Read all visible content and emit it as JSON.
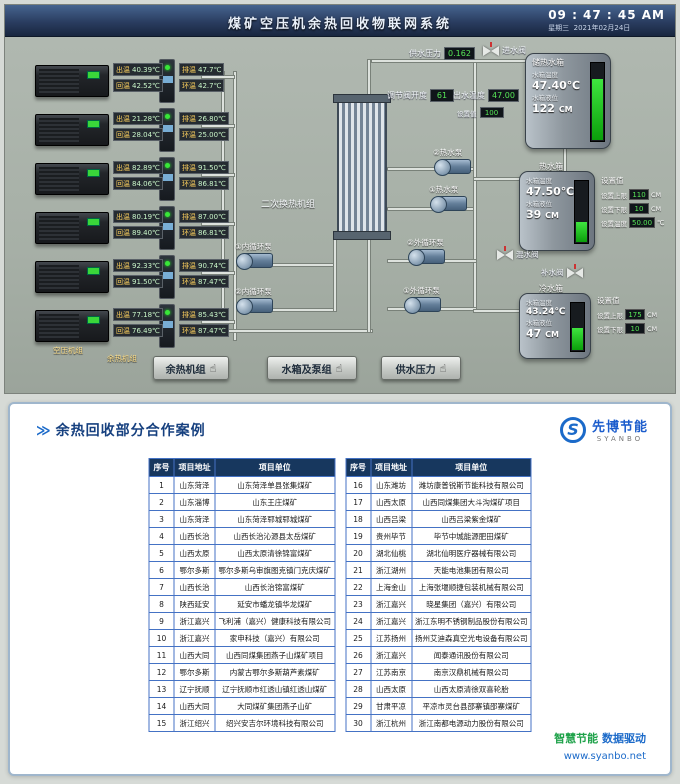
{
  "header": {
    "title": "煤矿空压机余热回收物联网系统",
    "time": "09 : 47 : 45 AM",
    "weekday": "星期三",
    "date": "2021年02月24日"
  },
  "scada": {
    "chip_labels": {
      "out": "出温",
      "ret": "回温",
      "exh": "排温",
      "env": "环温"
    },
    "compressors": [
      {
        "out": "40.39℃",
        "ret": "42.52℃",
        "exh": "47.7℃",
        "env": "42.7℃"
      },
      {
        "out": "21.28℃",
        "ret": "28.04℃",
        "exh": "26.80℃",
        "env": "25.00℃"
      },
      {
        "out": "82.89℃",
        "ret": "84.06℃",
        "exh": "91.50℃",
        "env": "86.81℃"
      },
      {
        "out": "80.19℃",
        "ret": "89.40℃",
        "exh": "87.00℃",
        "env": "86.81℃"
      },
      {
        "out": "92.33℃",
        "ret": "91.50℃",
        "exh": "90.74℃",
        "env": "87.47℃"
      },
      {
        "out": "77.18℃",
        "ret": "76.49℃",
        "exh": "85.43℃",
        "env": "87.47℃"
      }
    ],
    "supply": {
      "label": "供水压力",
      "value": "0.162",
      "valve_label": "进水阀"
    },
    "regulator": {
      "label": "调节阀开度",
      "value": "61"
    },
    "outlet": {
      "label": "出水温度",
      "value": "47.00",
      "set_label": "设置值",
      "set_value": "100"
    },
    "exchanger_label": "二次换热机组",
    "pumps": [
      {
        "label": "②热水泵"
      },
      {
        "label": "①热水泵"
      },
      {
        "label": "②外循环泵"
      },
      {
        "label": "①外循环泵"
      },
      {
        "label": "①内循环泵"
      },
      {
        "label": "②内循环泵"
      }
    ],
    "tanks": {
      "top": {
        "name": "储热水箱",
        "temp_label": "水箱温度",
        "temp": "47.40℃",
        "level_label": "水箱液位",
        "level": "122",
        "unit": "CM"
      },
      "mid": {
        "name": "热水箱",
        "temp_label": "水箱温度",
        "temp": "47.50℃",
        "level_label": "水箱液位",
        "level": "39",
        "unit": "CM",
        "set_title": "设置值",
        "set_rows": [
          {
            "label": "设置上限",
            "value": "110",
            "unit": "CM"
          },
          {
            "label": "设置下限",
            "value": "10",
            "unit": "CM"
          },
          {
            "label": "设置温度",
            "value": "50.00",
            "unit": "℃"
          }
        ]
      },
      "cold": {
        "name": "冷水箱",
        "temp_label": "水箱温度",
        "temp": "43.24℃",
        "level_label": "水箱液位",
        "level": "47",
        "unit": "CM",
        "set_title": "设置值",
        "set_rows": [
          {
            "label": "设置上限",
            "value": "175",
            "unit": "CM"
          },
          {
            "label": "设置下限",
            "value": "10",
            "unit": "CM"
          }
        ]
      }
    },
    "valves": {
      "mix": "混水阀",
      "makeup": "补水阀"
    },
    "area_labels": {
      "compressor_group": "空压机组",
      "heat_group": "余热机组"
    },
    "buttons": [
      {
        "label": "余热机组"
      },
      {
        "label": "水箱及泵组"
      },
      {
        "label": "供水压力"
      }
    ]
  },
  "cases": {
    "title": "余热回收部分合作案例",
    "columns": [
      "序号",
      "项目地址",
      "项目单位"
    ],
    "left_rows": [
      [
        "1",
        "山东菏泽",
        "山东菏泽单县张集煤矿"
      ],
      [
        "2",
        "山东淄博",
        "山东王庄煤矿"
      ],
      [
        "3",
        "山东菏泽",
        "山东菏泽郓城郓城煤矿"
      ],
      [
        "4",
        "山西长治",
        "山西长治沁源县太岳煤矿"
      ],
      [
        "5",
        "山西太原",
        "山西太原清徐锦富煤矿"
      ],
      [
        "6",
        "鄂尔多斯",
        "鄂尔多斯乌审旗图克镇门克庆煤矿"
      ],
      [
        "7",
        "山西长治",
        "山西长治锦富煤矿"
      ],
      [
        "8",
        "陕西延安",
        "延安市蟠龙镇华龙煤矿"
      ],
      [
        "9",
        "浙江嘉兴",
        "飞利浦（嘉兴）健康科技有限公司"
      ],
      [
        "10",
        "浙江嘉兴",
        "家申科技（嘉兴）有限公司"
      ],
      [
        "11",
        "山西大同",
        "山西同煤集团燕子山煤矿项目"
      ],
      [
        "12",
        "鄂尔多斯",
        "内蒙古鄂尔多斯葫芦素煤矿"
      ],
      [
        "13",
        "辽宁抚顺",
        "辽宁抚顺市红透山镇红透山煤矿"
      ],
      [
        "14",
        "山西大同",
        "大同煤矿集团燕子山矿"
      ],
      [
        "15",
        "浙江绍兴",
        "绍兴安吉尔环境科技有限公司"
      ]
    ],
    "right_rows": [
      [
        "16",
        "山东潍坊",
        "潍坊康普锐斯节能科技有限公司"
      ],
      [
        "17",
        "山西太原",
        "山西同煤集团大斗沟煤矿项目"
      ],
      [
        "18",
        "山西吕梁",
        "山西吕梁紫金煤矿"
      ],
      [
        "19",
        "贵州毕节",
        "毕节中城能源肥田煤矿"
      ],
      [
        "20",
        "湖北仙桃",
        "湖北仙明医疗器械有限公司"
      ],
      [
        "21",
        "浙江湖州",
        "天能电池集团有限公司"
      ],
      [
        "22",
        "上海金山",
        "上海张堰顺捷包装机械有限公司"
      ],
      [
        "23",
        "浙江嘉兴",
        "晓星集团（嘉兴）有限公司"
      ],
      [
        "24",
        "浙江嘉兴",
        "浙江东明不锈钢制品股份有限公司"
      ],
      [
        "25",
        "江苏扬州",
        "扬州艾迪森真空光电设备有限公司"
      ],
      [
        "26",
        "浙江嘉兴",
        "闻泰通讯股份有限公司"
      ],
      [
        "27",
        "江苏南京",
        "南京汉鼎机械有限公司"
      ],
      [
        "28",
        "山西太原",
        "山西太原清徐双喜轮胎"
      ],
      [
        "29",
        "甘肃平凉",
        "平凉市灵台县邵寨镇邵寨煤矿"
      ],
      [
        "30",
        "浙江杭州",
        "浙江南都电源动力股份有限公司"
      ]
    ]
  },
  "logo": {
    "mark": "S",
    "name": "先博节能",
    "sub": "SYANBO"
  },
  "footer": {
    "slogan_green": "智慧节能",
    "slogan_blue": "数据驱动",
    "site": "www.syanbo.net"
  }
}
